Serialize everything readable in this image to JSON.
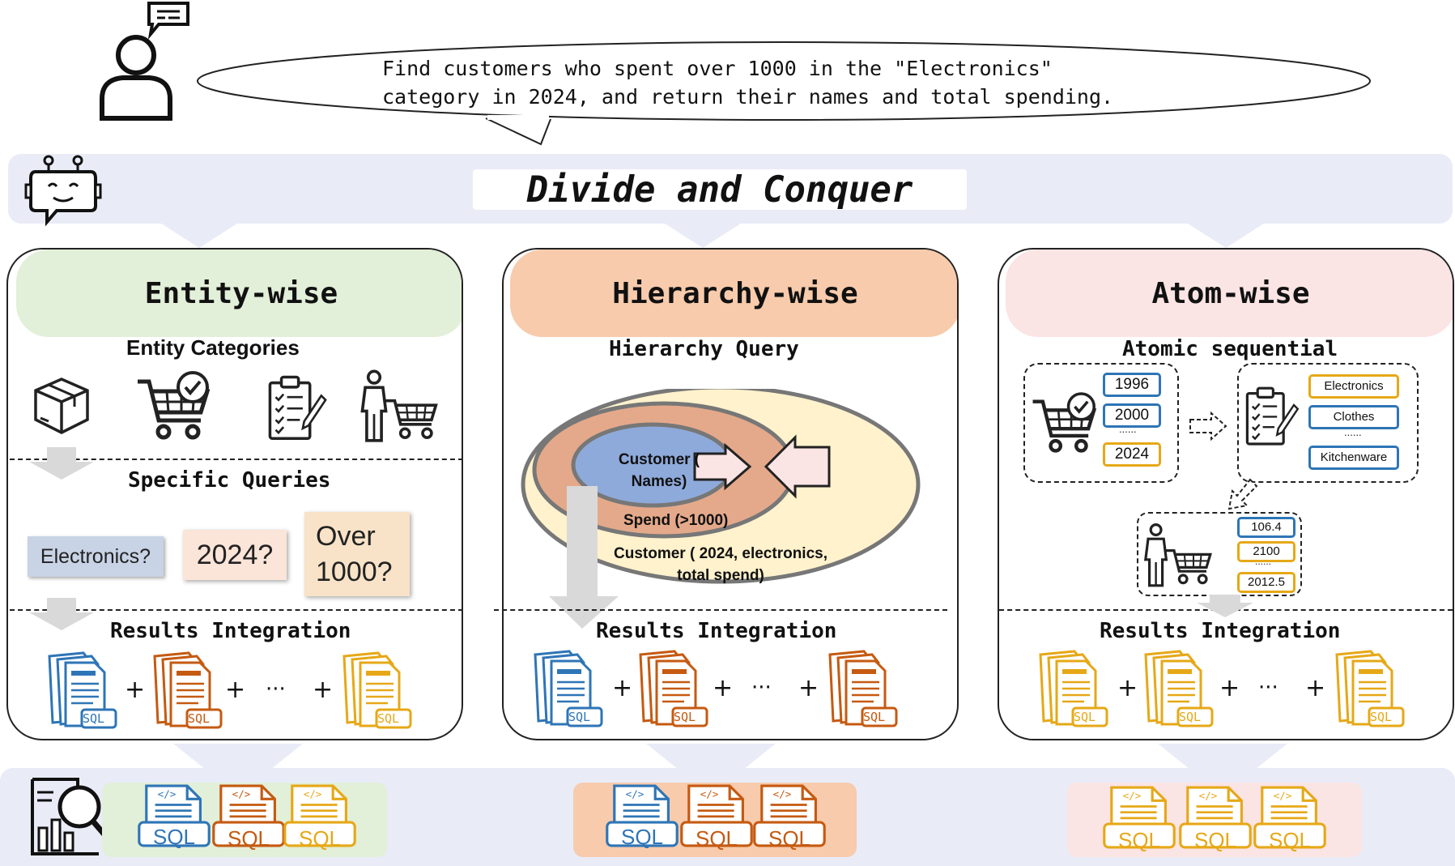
{
  "user_query": {
    "line1": "Find customers who spent over 1000 in the \"Electronics\"",
    "line2": "category in 2024, and return their names and total spending."
  },
  "title": "Divide and Conquer",
  "colors": {
    "band": "#e9ecf7",
    "entity": "#e2efd9",
    "hierarchy": "#f7cbac",
    "atom": "#fbe4e4",
    "blue": "#2e75b6",
    "orange": "#c55a11",
    "gold": "#e6a817"
  },
  "entity_panel": {
    "heading": "Entity-wise",
    "categories_label": "Entity Categories",
    "icons": [
      "package-icon",
      "cart-check-icon",
      "clipboard-icon",
      "shopper-icon"
    ],
    "queries_label": "Specific Queries",
    "queries": [
      "Electronics?",
      "2024?",
      "Over 1000?"
    ],
    "results_label": "Results Integration",
    "plus": "+",
    "ellipsis": "···"
  },
  "hierarchy_panel": {
    "heading": "Hierarchy-wise",
    "query_label": "Hierarchy Query",
    "inner": "Customer ( Names)",
    "middle": "Spend (>1000)",
    "outer": "Customer ( 2024, electronics, total spend)",
    "results_label": "Results Integration",
    "plus": "+",
    "ellipsis": "···"
  },
  "atom_panel": {
    "heading": "Atom-wise",
    "sequence_label": "Atomic sequential",
    "years": [
      "1996",
      "2000",
      "2024"
    ],
    "categories": [
      "Electronics",
      "Clothes",
      "Kitchenware"
    ],
    "amounts": [
      "106.4",
      "2100",
      "2012.5"
    ],
    "list_ellipsis": "......",
    "results_label": "Results Integration",
    "plus": "+",
    "ellipsis": "···"
  },
  "sql_label": "SQL"
}
